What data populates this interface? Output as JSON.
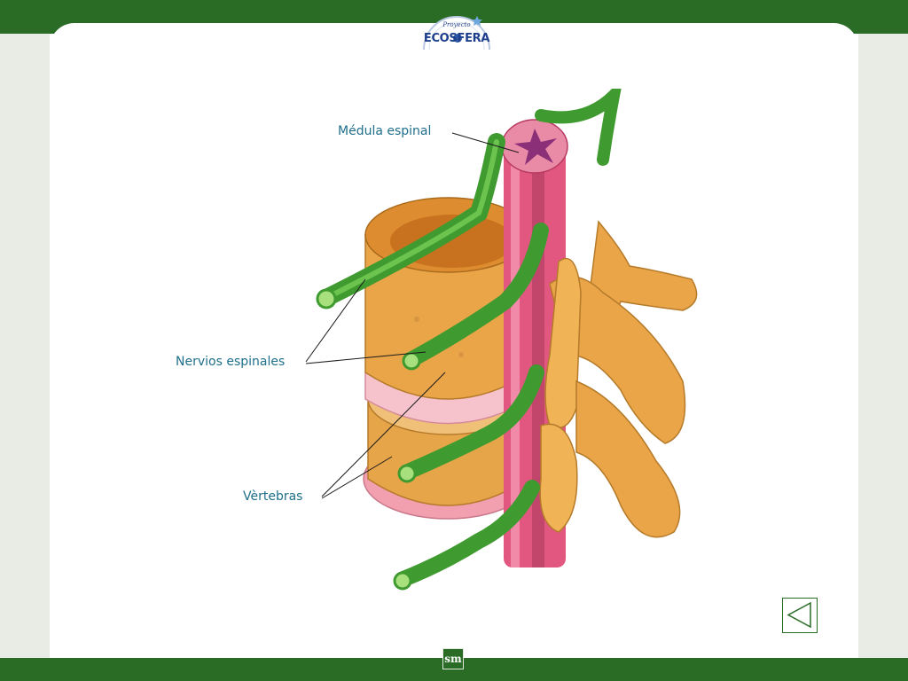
{
  "logo": {
    "small_text": "Proyecto",
    "main_text": "ECOSFERA"
  },
  "diagram": {
    "labels": {
      "medula": "Médula espinal",
      "nervios": "Nervios espinales",
      "vertebras": "Vèrtebras"
    }
  },
  "footer": {
    "badge": "sm"
  },
  "colors": {
    "frame_green": "#2a6b26",
    "label_teal": "#1f6f8a",
    "bone": "#e8a94a",
    "nerve_green": "#3f9a2f",
    "cord_pink": "#e2577f"
  },
  "icons": {
    "back": "triangle-left-icon"
  }
}
